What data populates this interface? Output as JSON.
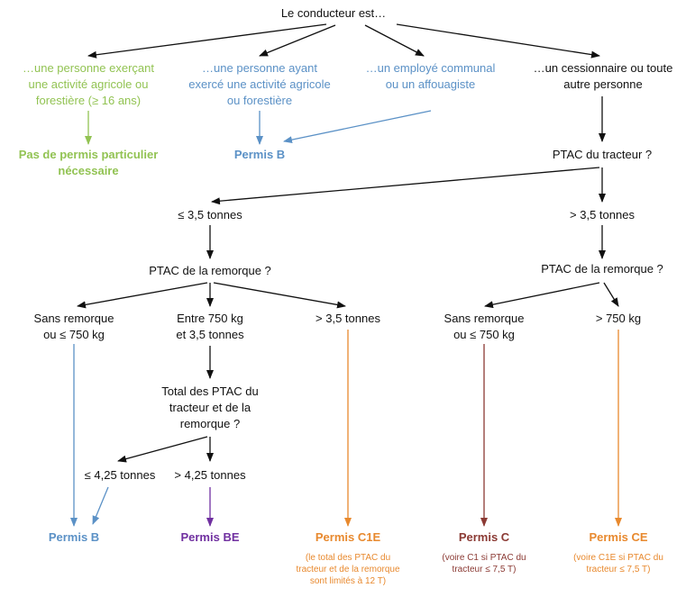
{
  "colors": {
    "black": "#111111",
    "green": "#92c353",
    "blue": "#5b91c6",
    "purple": "#7030a0",
    "orange": "#e8892e",
    "brown": "#8b3a34"
  },
  "nodes": {
    "root": "Le conducteur est…",
    "agri": "…une personne exerçant\nune activité agricole ou\nforestière (≥ 16 ans)",
    "ex_agri": "…une personne ayant\nexercé une activité agricole\nou forestière",
    "employe": "…un employé communal\nou un affouagiste",
    "autre": "…un cessionnaire ou toute\nautre personne",
    "no_permit": "Pas de permis particulier\nnécessaire",
    "permis_b_top": "Permis B",
    "ptac_tracteur": "PTAC du tracteur ?",
    "le_35": "≤ 3,5 tonnes",
    "gt_35": "> 3,5 tonnes",
    "ptac_rem_left": "PTAC de la remorque ?",
    "ptac_rem_right": "PTAC de la remorque ?",
    "sans_rem_left": "Sans remorque\nou ≤ 750 kg",
    "entre": "Entre 750  kg\net 3,5 tonnes",
    "gt_35_rem": "> 3,5 tonnes",
    "sans_rem_right": "Sans remorque\nou ≤ 750 kg",
    "gt_750": "> 750 kg",
    "total_ptac": "Total des PTAC du\ntracteur et de la\nremorque ?",
    "le_425": "≤ 4,25 tonnes",
    "gt_425": "> 4,25 tonnes",
    "permis_b_bottom": "Permis B",
    "permis_be": "Permis BE",
    "permis_c1e": "Permis C1E",
    "permis_c": "Permis C",
    "permis_ce": "Permis CE",
    "note_c1e": "(le total des PTAC du\ntracteur et de la remorque\nsont limités à 12 T)",
    "note_c": "(voire C1 si PTAC du\ntracteur ≤ 7,5 T)",
    "note_ce": "(voire C1E si PTAC du\ntracteur ≤ 7,5 T)"
  }
}
